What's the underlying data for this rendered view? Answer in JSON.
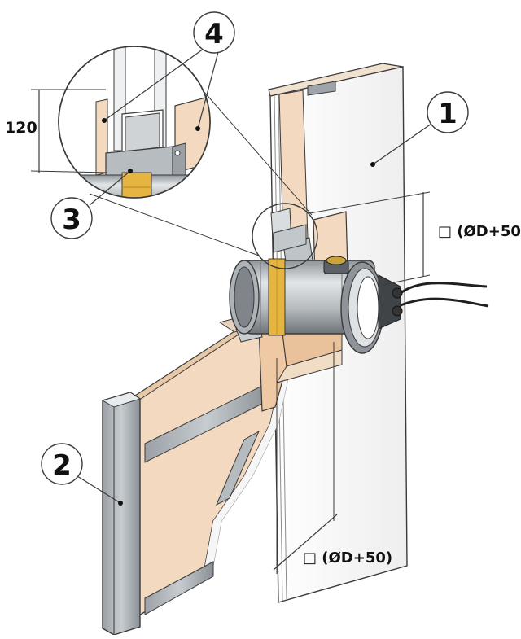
{
  "callouts": [
    {
      "label": "1"
    },
    {
      "label": "2"
    },
    {
      "label": "3"
    },
    {
      "label": "4"
    }
  ],
  "dimensions": {
    "detail_height": "120",
    "right_opening": "□ (ØD+50)",
    "bottom_opening": "□ (ØD+50)"
  },
  "colors": {
    "gypsum_board": "#f4f4f5",
    "board_core": "#f2d9bf",
    "stud_metal": "#a9afb4",
    "damper_steel": "#c4c8cc",
    "intumescent_band": "#e5b441",
    "outline": "#3a3a3a"
  }
}
